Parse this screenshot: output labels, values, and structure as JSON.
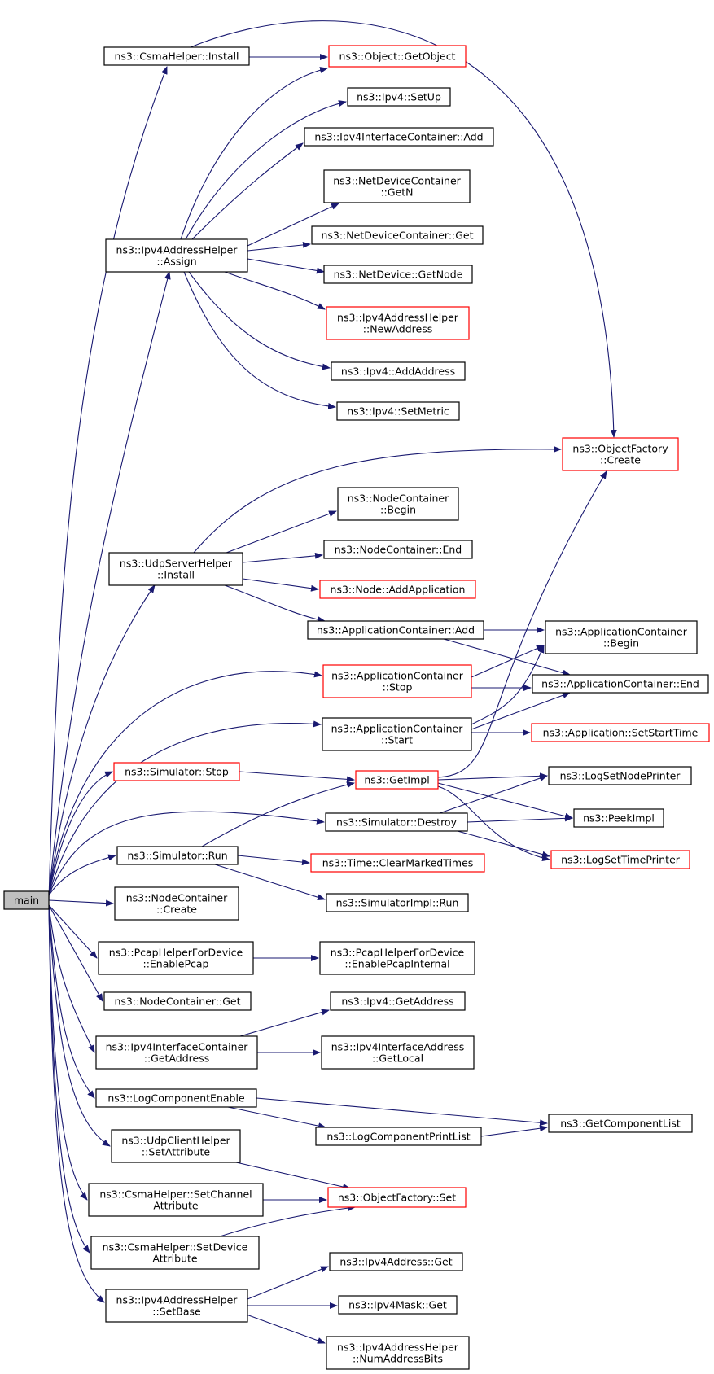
{
  "colors": {
    "edge": "#191970",
    "node_border": "#000000",
    "node_border_incomplete": "#ff0000",
    "root_fill": "#bfbfbf"
  },
  "nodes": [
    {
      "id": "main",
      "lines": [
        "main"
      ],
      "style": "root"
    },
    {
      "id": "csma_install",
      "lines": [
        "ns3::CsmaHelper::Install"
      ],
      "style": "normal"
    },
    {
      "id": "getobject",
      "lines": [
        "ns3::Object::GetObject"
      ],
      "style": "red"
    },
    {
      "id": "ipv4_setup",
      "lines": [
        "ns3::Ipv4::SetUp"
      ],
      "style": "normal"
    },
    {
      "id": "ifc_add",
      "lines": [
        "ns3::Ipv4InterfaceContainer::Add"
      ],
      "style": "normal"
    },
    {
      "id": "ndc_getn",
      "lines": [
        "ns3::NetDeviceContainer",
        "::GetN"
      ],
      "style": "normal"
    },
    {
      "id": "ndc_get",
      "lines": [
        "ns3::NetDeviceContainer::Get"
      ],
      "style": "normal"
    },
    {
      "id": "nd_getnode",
      "lines": [
        "ns3::NetDevice::GetNode"
      ],
      "style": "normal"
    },
    {
      "id": "ah_newaddr",
      "lines": [
        "ns3::Ipv4AddressHelper",
        "::NewAddress"
      ],
      "style": "red"
    },
    {
      "id": "ipv4_addaddr",
      "lines": [
        "ns3::Ipv4::AddAddress"
      ],
      "style": "normal"
    },
    {
      "id": "ipv4_setmetric",
      "lines": [
        "ns3::Ipv4::SetMetric"
      ],
      "style": "normal"
    },
    {
      "id": "ah_assign",
      "lines": [
        "ns3::Ipv4AddressHelper",
        "::Assign"
      ],
      "style": "normal"
    },
    {
      "id": "of_create",
      "lines": [
        "ns3::ObjectFactory",
        "::Create"
      ],
      "style": "red"
    },
    {
      "id": "nc_begin",
      "lines": [
        "ns3::NodeContainer",
        "::Begin"
      ],
      "style": "normal"
    },
    {
      "id": "nc_end",
      "lines": [
        "ns3::NodeContainer::End"
      ],
      "style": "normal"
    },
    {
      "id": "udps_install",
      "lines": [
        "ns3::UdpServerHelper",
        "::Install"
      ],
      "style": "normal"
    },
    {
      "id": "node_addapp",
      "lines": [
        "ns3::Node::AddApplication"
      ],
      "style": "red"
    },
    {
      "id": "ac_add",
      "lines": [
        "ns3::ApplicationContainer::Add"
      ],
      "style": "normal"
    },
    {
      "id": "ac_begin",
      "lines": [
        "ns3::ApplicationContainer",
        "::Begin"
      ],
      "style": "normal"
    },
    {
      "id": "ac_stop",
      "lines": [
        "ns3::ApplicationContainer",
        "::Stop"
      ],
      "style": "red"
    },
    {
      "id": "ac_end",
      "lines": [
        "ns3::ApplicationContainer::End"
      ],
      "style": "normal"
    },
    {
      "id": "ac_start",
      "lines": [
        "ns3::ApplicationContainer",
        "::Start"
      ],
      "style": "normal"
    },
    {
      "id": "app_setstart",
      "lines": [
        "ns3::Application::SetStartTime"
      ],
      "style": "red"
    },
    {
      "id": "sim_stop",
      "lines": [
        "ns3::Simulator::Stop"
      ],
      "style": "red"
    },
    {
      "id": "getimpl",
      "lines": [
        "ns3::GetImpl"
      ],
      "style": "red"
    },
    {
      "id": "lognodeprinter",
      "lines": [
        "ns3::LogSetNodePrinter"
      ],
      "style": "normal"
    },
    {
      "id": "sim_destroy",
      "lines": [
        "ns3::Simulator::Destroy"
      ],
      "style": "normal"
    },
    {
      "id": "peekimpl",
      "lines": [
        "ns3::PeekImpl"
      ],
      "style": "normal"
    },
    {
      "id": "sim_run",
      "lines": [
        "ns3::Simulator::Run"
      ],
      "style": "normal"
    },
    {
      "id": "logtimeprinter",
      "lines": [
        "ns3::LogSetTimePrinter"
      ],
      "style": "red"
    },
    {
      "id": "time_clear",
      "lines": [
        "ns3::Time::ClearMarkedTimes"
      ],
      "style": "red"
    },
    {
      "id": "simimpl_run",
      "lines": [
        "ns3::SimulatorImpl::Run"
      ],
      "style": "normal"
    },
    {
      "id": "nc_create",
      "lines": [
        "ns3::NodeContainer",
        "::Create"
      ],
      "style": "normal"
    },
    {
      "id": "pcap_enable",
      "lines": [
        "ns3::PcapHelperForDevice",
        "::EnablePcap"
      ],
      "style": "normal"
    },
    {
      "id": "pcap_internal",
      "lines": [
        "ns3::PcapHelperForDevice",
        "::EnablePcapInternal"
      ],
      "style": "normal"
    },
    {
      "id": "nc_get",
      "lines": [
        "ns3::NodeContainer::Get"
      ],
      "style": "normal"
    },
    {
      "id": "ipv4_getaddr",
      "lines": [
        "ns3::Ipv4::GetAddress"
      ],
      "style": "normal"
    },
    {
      "id": "ifc_getaddr",
      "lines": [
        "ns3::Ipv4InterfaceContainer",
        "::GetAddress"
      ],
      "style": "normal"
    },
    {
      "id": "ifaddr_getlocal",
      "lines": [
        "ns3::Ipv4InterfaceAddress",
        "::GetLocal"
      ],
      "style": "normal"
    },
    {
      "id": "logcomp_enable",
      "lines": [
        "ns3::LogComponentEnable"
      ],
      "style": "normal"
    },
    {
      "id": "getcomplist",
      "lines": [
        "ns3::GetComponentList"
      ],
      "style": "normal"
    },
    {
      "id": "logcomp_printlist",
      "lines": [
        "ns3::LogComponentPrintList"
      ],
      "style": "normal"
    },
    {
      "id": "udpc_setattr",
      "lines": [
        "ns3::UdpClientHelper",
        "::SetAttribute"
      ],
      "style": "normal"
    },
    {
      "id": "csma_setchan",
      "lines": [
        "ns3::CsmaHelper::SetChannel",
        "Attribute"
      ],
      "style": "normal"
    },
    {
      "id": "of_set",
      "lines": [
        "ns3::ObjectFactory::Set"
      ],
      "style": "red"
    },
    {
      "id": "csma_setdev",
      "lines": [
        "ns3::CsmaHelper::SetDevice",
        "Attribute"
      ],
      "style": "normal"
    },
    {
      "id": "ipv4addr_get",
      "lines": [
        "ns3::Ipv4Address::Get"
      ],
      "style": "normal"
    },
    {
      "id": "ah_setbase",
      "lines": [
        "ns3::Ipv4AddressHelper",
        "::SetBase"
      ],
      "style": "normal"
    },
    {
      "id": "mask_get",
      "lines": [
        "ns3::Ipv4Mask::Get"
      ],
      "style": "normal"
    },
    {
      "id": "ah_numbits",
      "lines": [
        "ns3::Ipv4AddressHelper",
        "::NumAddressBits"
      ],
      "style": "normal"
    }
  ]
}
